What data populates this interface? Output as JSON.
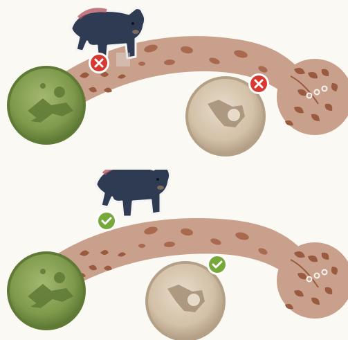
{
  "title": "",
  "colors": {
    "background": "#fbf9f4",
    "path_fill": "#c9a08c",
    "path_spots": "#a8694e",
    "leaf_color": "#9a5a3f",
    "green_token": "#8aa25a",
    "green_token_dark": "#5f7a35",
    "tan_token": "#d8c8b2",
    "tan_token_dark": "#a8927a",
    "invalid_marker": "#d8382f",
    "valid_marker": "#77a83a",
    "bear_fur": "#2e3b52",
    "bear_highlight": "#b0505e"
  },
  "scenes": [
    {
      "id": "invalid-example",
      "bear": {
        "icon": "black-bear-icon",
        "status": "invalid"
      },
      "start_token": {
        "icon": "hiker-token-icon",
        "color": "green"
      },
      "mid_token": {
        "icon": "hiker-token-icon",
        "color": "tan"
      },
      "markers": [
        {
          "icon": "cross-icon",
          "status": "invalid"
        },
        {
          "icon": "cross-icon",
          "status": "invalid"
        }
      ]
    },
    {
      "id": "valid-example",
      "bear": {
        "icon": "black-bear-icon",
        "status": "valid"
      },
      "start_token": {
        "icon": "hiker-token-icon",
        "color": "green"
      },
      "mid_token": {
        "icon": "hiker-token-icon",
        "color": "tan"
      },
      "markers": [
        {
          "icon": "check-icon",
          "status": "valid"
        },
        {
          "icon": "check-icon",
          "status": "valid"
        }
      ]
    }
  ]
}
